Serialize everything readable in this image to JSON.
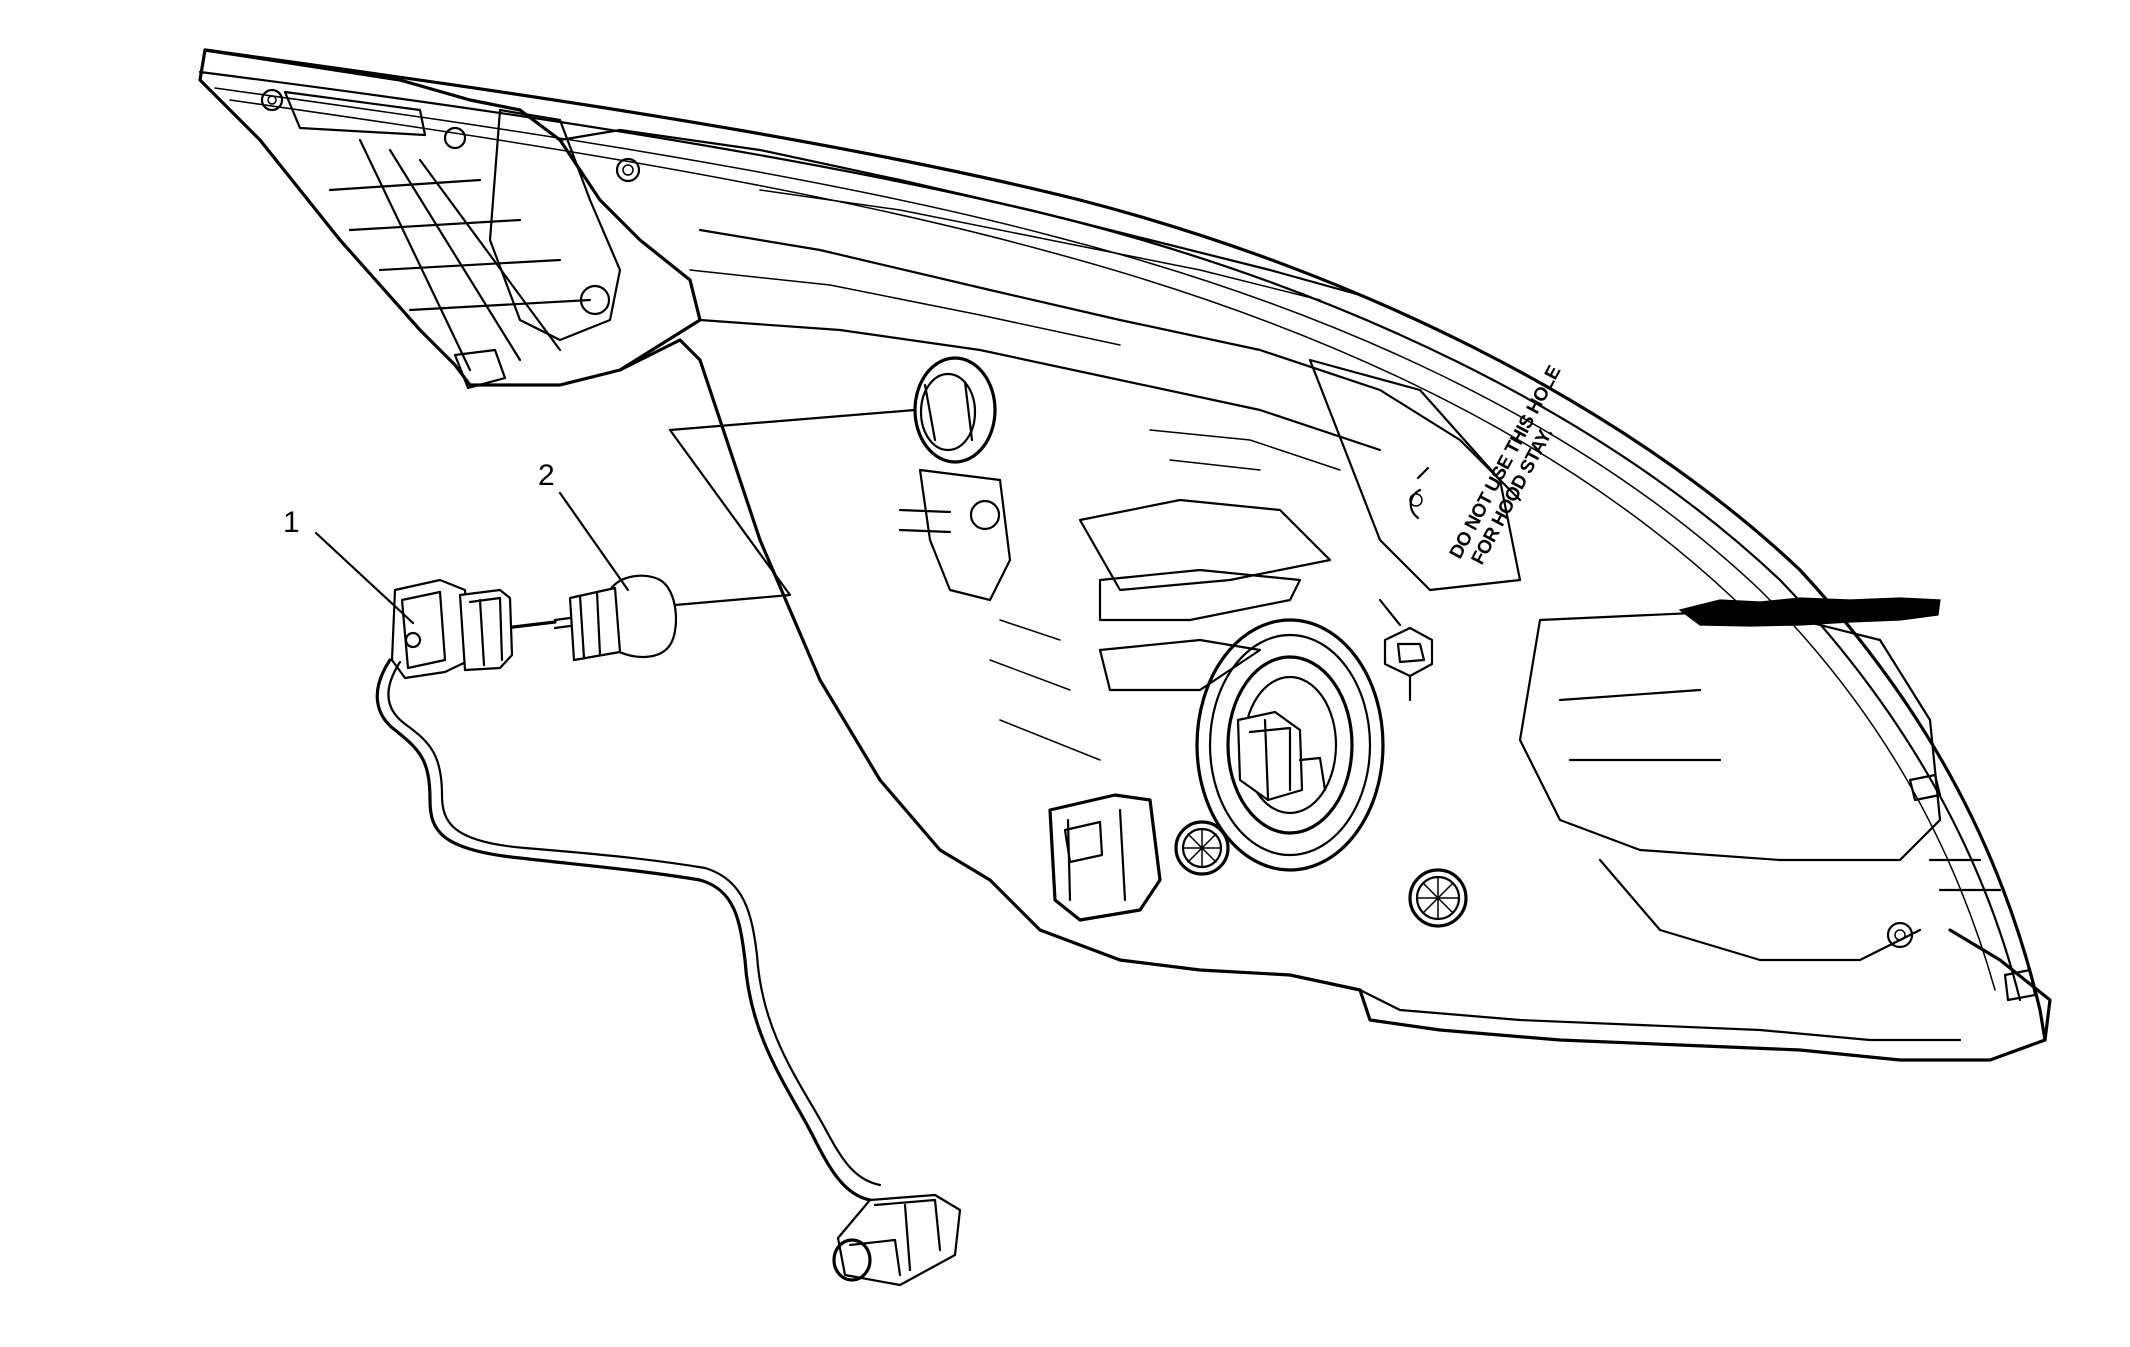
{
  "callouts": [
    {
      "label": "1"
    },
    {
      "label": "2"
    }
  ],
  "housing_label": {
    "line1": "DO NOT USE THIS HOLE",
    "line2": "FOR HOOD STAY."
  }
}
